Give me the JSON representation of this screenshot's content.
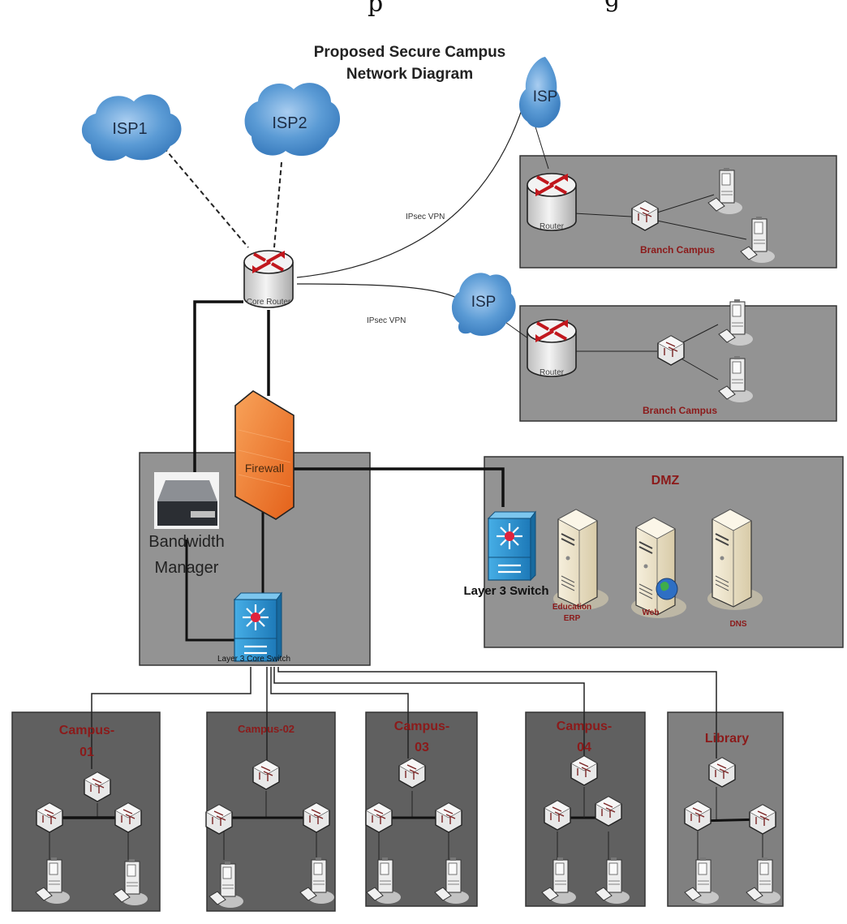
{
  "page_header_fragment": "p                                                       g",
  "title": {
    "line1": "Proposed Secure Campus",
    "line2": "Network Diagram"
  },
  "colors": {
    "zone_light": "#939393",
    "zone_dark": "#606060",
    "cloud": "#5b9bd5",
    "red_label": "#8b1a1a",
    "firewall": "#f07a2a",
    "l3switch": "#2a8fd0"
  },
  "clouds": [
    {
      "id": "isp1",
      "label": "ISP1"
    },
    {
      "id": "isp2",
      "label": "ISP2"
    },
    {
      "id": "isp-branch1",
      "label": "ISP"
    },
    {
      "id": "isp-branch2",
      "label": "ISP"
    }
  ],
  "core_router": {
    "label": "Core Router"
  },
  "vpn_links": [
    {
      "label": "IPsec VPN"
    },
    {
      "label": "IPsec VPN"
    }
  ],
  "branches": [
    {
      "router_label": "Router",
      "zone_label": "Branch Campus"
    },
    {
      "router_label": "Router",
      "zone_label": "Branch Campus"
    }
  ],
  "core_zone": {
    "firewall_label": "Firewall",
    "bandwidth_manager_line1": "Bandwidth",
    "bandwidth_manager_line2": "Manager",
    "core_switch_label": "Layer 3 Core Switch"
  },
  "dmz": {
    "title": "DMZ",
    "switch_label": "Layer 3 Switch",
    "servers": [
      {
        "line1": "Education",
        "line2": "ERP"
      },
      {
        "line1": "Web",
        "line2": ""
      },
      {
        "line1": "DNS",
        "line2": ""
      }
    ]
  },
  "campuses": [
    {
      "line1": "Campus-",
      "line2": "01"
    },
    {
      "line1": "Campus-02",
      "line2": ""
    },
    {
      "line1": "Campus-",
      "line2": "03"
    },
    {
      "line1": "Campus-",
      "line2": "04"
    },
    {
      "line1": "Library",
      "line2": ""
    }
  ]
}
